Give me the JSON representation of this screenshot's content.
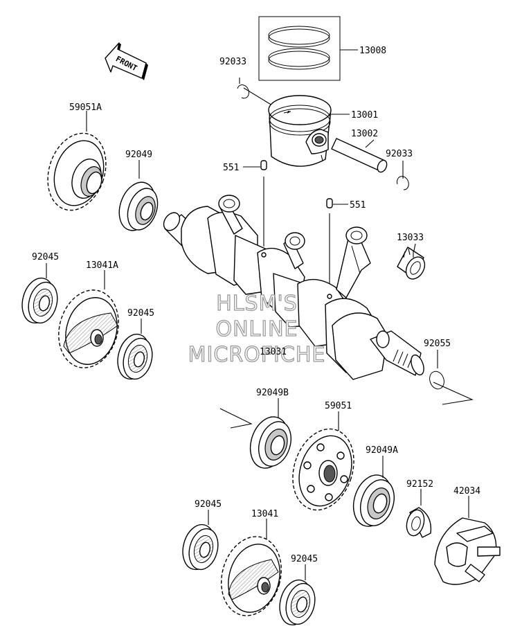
{
  "front_arrow": {
    "label": "FRONT"
  },
  "callouts": [
    {
      "id": "lbl-13008",
      "text": "13008"
    },
    {
      "id": "lbl-92033a",
      "text": "92033"
    },
    {
      "id": "lbl-13001",
      "text": "13001"
    },
    {
      "id": "lbl-13002",
      "text": "13002"
    },
    {
      "id": "lbl-92033b",
      "text": "92033"
    },
    {
      "id": "lbl-59051a",
      "text": "59051A"
    },
    {
      "id": "lbl-92049",
      "text": "92049"
    },
    {
      "id": "lbl-551a",
      "text": "551"
    },
    {
      "id": "lbl-551b",
      "text": "551"
    },
    {
      "id": "lbl-13033",
      "text": "13033"
    },
    {
      "id": "lbl-92045a",
      "text": "92045"
    },
    {
      "id": "lbl-13041a",
      "text": "13041A"
    },
    {
      "id": "lbl-92045b",
      "text": "92045"
    },
    {
      "id": "lbl-13031",
      "text": "13031"
    },
    {
      "id": "lbl-92055",
      "text": "92055"
    },
    {
      "id": "lbl-92049b",
      "text": "92049B"
    },
    {
      "id": "lbl-59051",
      "text": "59051"
    },
    {
      "id": "lbl-92049a",
      "text": "92049A"
    },
    {
      "id": "lbl-92152",
      "text": "92152"
    },
    {
      "id": "lbl-42034",
      "text": "42034"
    },
    {
      "id": "lbl-92045c",
      "text": "92045"
    },
    {
      "id": "lbl-13041",
      "text": "13041"
    },
    {
      "id": "lbl-92045d",
      "text": "92045"
    }
  ],
  "watermark": {
    "line1": "HLSM'S",
    "line2": "ONLINE",
    "line3": "MICROFICHE"
  }
}
